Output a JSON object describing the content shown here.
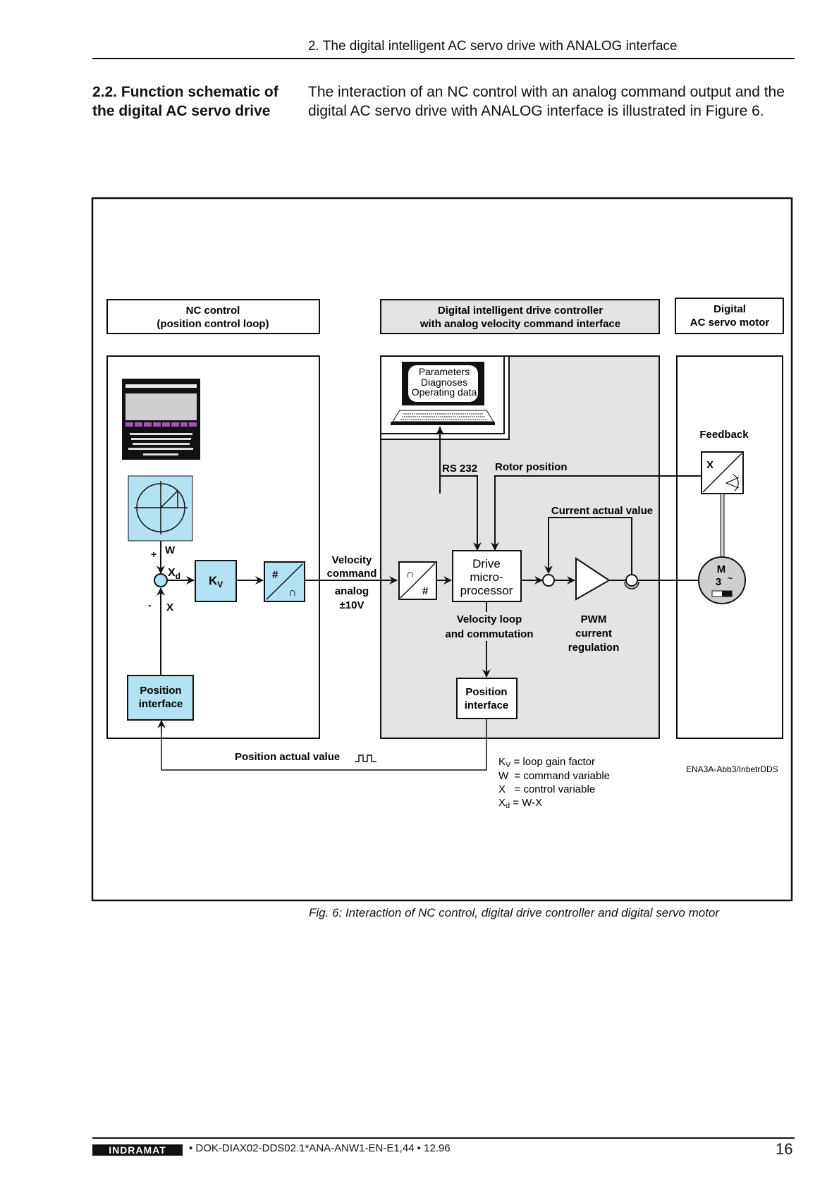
{
  "header": {
    "chapter_title": "2. The digital intelligent AC servo drive with ANALOG interface"
  },
  "section": {
    "title_line1": "2.2. Function schematic of",
    "title_line2": "the digital AC servo drive",
    "intro_line1": "The interaction of an NC control with an analog command output and the",
    "intro_line2": "digital AC servo drive with ANALOG interface is illustrated in Figure 6."
  },
  "figure": {
    "nc_title_line1": "NC control",
    "nc_title_line2": "(position control loop)",
    "drive_title_line1": "Digital intelligent drive controller",
    "drive_title_line2": "with analog velocity command interface",
    "motor_title_line1": "Digital",
    "motor_title_line2": "AC servo motor",
    "pc_line1": "Parameters",
    "pc_line2": "Diagnoses",
    "pc_line3": "Operating data",
    "rs232": "RS 232",
    "rotor_position": "Rotor position",
    "feedback": "Feedback",
    "feedback_x": "X",
    "current_actual_value": "Current actual value",
    "sign_plus": "+",
    "sign_minus": "-",
    "label_w": "W",
    "label_x": "X",
    "label_xd_main": "X",
    "label_xd_sub": "d",
    "kv_main": "K",
    "kv_sub": "V",
    "dac_top": "#",
    "dac_bottom": "∩",
    "adc_top": "∩",
    "adc_bottom": "#",
    "velocity_command_line1": "Velocity",
    "velocity_command_line2": "command",
    "analog_line1": "analog",
    "analog_line2": "±10V",
    "drive_mp_line1": "Drive",
    "drive_mp_line2": "micro-",
    "drive_mp_line3": "processor",
    "velocity_loop_line1": "Velocity loop",
    "velocity_loop_line2": "and commutation",
    "pwm_line1": "PWM",
    "pwm_line2": "current",
    "pwm_line3": "regulation",
    "pos_if_nc_line1": "Position",
    "pos_if_nc_line2": "interface",
    "pos_if_drive_line1": "Position",
    "pos_if_drive_line2": "interface",
    "motor_m": "M",
    "motor_3": "3",
    "motor_tilde": "~",
    "position_actual_value": "Position actual value",
    "legend": [
      {
        "sym_main": "K",
        "sym_sub": "V",
        "text": " = loop gain factor"
      },
      {
        "sym_main": "W",
        "sym_sub": "",
        "text": "  = command variable"
      },
      {
        "sym_main": "X",
        "sym_sub": "",
        "text": "   = control variable"
      },
      {
        "sym_main": "X",
        "sym_sub": "d",
        "text": " = W-X"
      }
    ],
    "figure_id": "ENA3A-Abb3/InbetrDDS",
    "colors": {
      "blue_fill": "#b4e2f5",
      "grey_fill": "#e4e4e4",
      "motor_fill": "#cfcfcf",
      "softkey_purple": "#a84fc0"
    }
  },
  "caption": "Fig. 6: Interaction of NC control, digital drive controller and digital servo motor",
  "footer": {
    "logo": "INDRAMAT",
    "doc_ref": "• DOK-DIAX02-DDS02.1*ANA-ANW1-EN-E1,44 • 12.96",
    "page_number": "16"
  }
}
